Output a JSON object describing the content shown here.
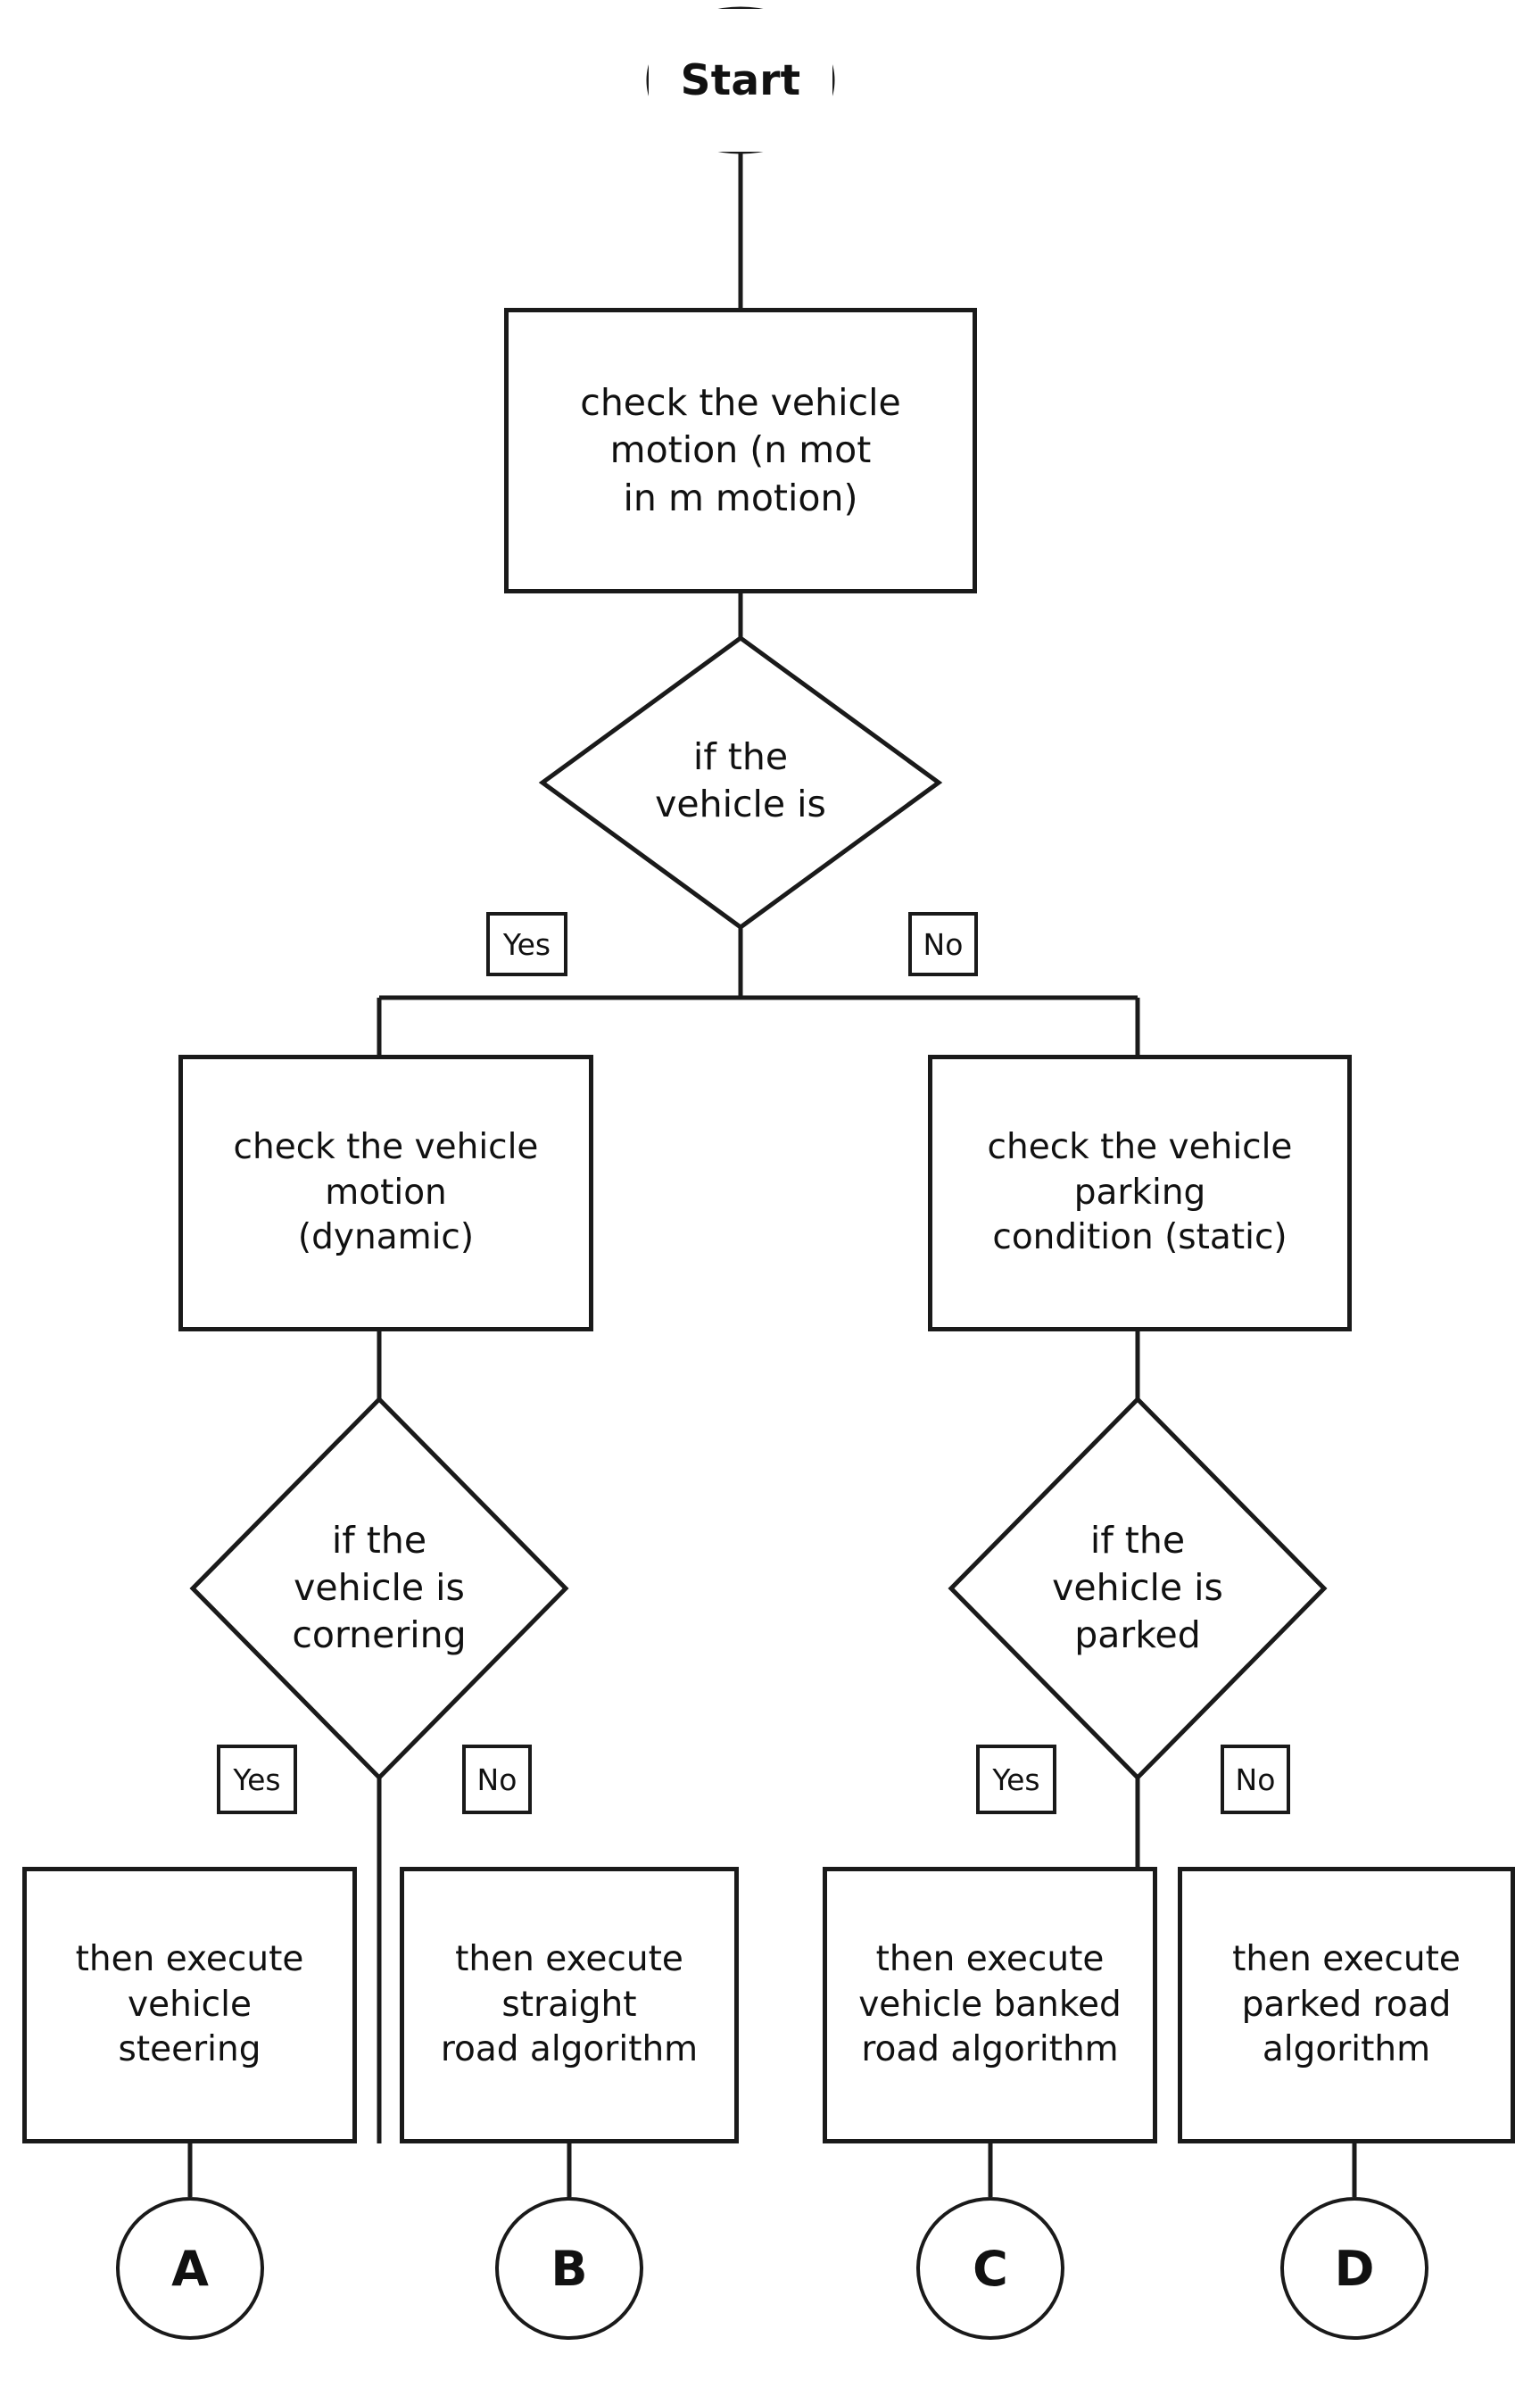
{
  "diagram": {
    "title": "Vehicle motion / parking decision flowchart",
    "orientation": "top-down",
    "stroke_color": "#1a1a1a",
    "fill_color": "#ffffff"
  },
  "nodes": {
    "start": {
      "shape": "ellipse",
      "label": "Start"
    },
    "check_motion": {
      "shape": "process",
      "lines": [
        "check the vehicle",
        "motion (n mot",
        "in m motion)"
      ],
      "text": "check the vehicle motion (n mot in m motion)"
    },
    "decision_root": {
      "shape": "decision",
      "lines": [
        "if the",
        "vehicle is"
      ],
      "text": "if the vehicle is"
    },
    "check_dynamic": {
      "shape": "process",
      "lines": [
        "check the vehicle",
        "motion",
        "(dynamic)"
      ],
      "text": "check the vehicle motion (dynamic)"
    },
    "check_static": {
      "shape": "process",
      "lines": [
        "check the vehicle",
        "parking",
        "condition (static)"
      ],
      "text": "check the vehicle parking condition (static)"
    },
    "decision_cornering": {
      "shape": "decision",
      "lines": [
        "if the",
        "vehicle is",
        "cornering"
      ],
      "text": "if the vehicle is cornering"
    },
    "decision_parked": {
      "shape": "decision",
      "lines": [
        "if the",
        "vehicle is",
        "parked"
      ],
      "text": "if the vehicle is parked"
    },
    "result_a": {
      "shape": "process",
      "lines": [
        "then execute",
        "vehicle",
        "steering"
      ],
      "text": "then execute vehicle steering"
    },
    "result_b": {
      "shape": "process",
      "lines": [
        "then execute",
        "straight",
        "road algorithm"
      ],
      "text": "then execute straight road algorithm"
    },
    "result_c": {
      "shape": "process",
      "lines": [
        "then execute",
        "vehicle banked",
        "road algorithm"
      ],
      "text": "then execute vehicle banked road algorithm"
    },
    "result_d": {
      "shape": "process",
      "lines": [
        "then execute",
        "parked road",
        "algorithm"
      ],
      "text": "then execute parked road algorithm"
    },
    "connector_a": {
      "shape": "circle",
      "label": "A"
    },
    "connector_b": {
      "shape": "circle",
      "label": "B"
    },
    "connector_c": {
      "shape": "circle",
      "label": "C"
    },
    "connector_d": {
      "shape": "circle",
      "label": "D"
    }
  },
  "edge_labels": {
    "root_yes": "Yes",
    "root_no": "No",
    "cornering_yes": "Yes",
    "cornering_no": "No",
    "parked_yes": "Yes",
    "parked_no": "No"
  }
}
